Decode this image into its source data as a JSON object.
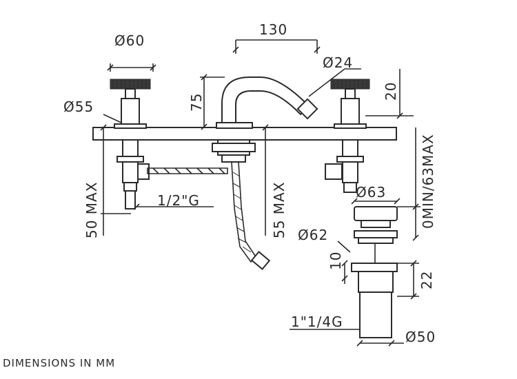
{
  "dimensions": {
    "d60": "Ø60",
    "w130": "130",
    "d24": "Ø24",
    "h75": "75",
    "h20": "20",
    "d55": "Ø55",
    "max50": "50 MAX",
    "thread_half": "1/2\"G",
    "max55": "55 MAX",
    "range_0_63": "0MIN/63MAX",
    "d63": "Ø63",
    "d62": "Ø62",
    "h10": "10",
    "h22": "22",
    "thread_1_1_4": "1\"1/4G",
    "d50": "Ø50"
  },
  "footer_note": "DIMENSIONS IN MM"
}
